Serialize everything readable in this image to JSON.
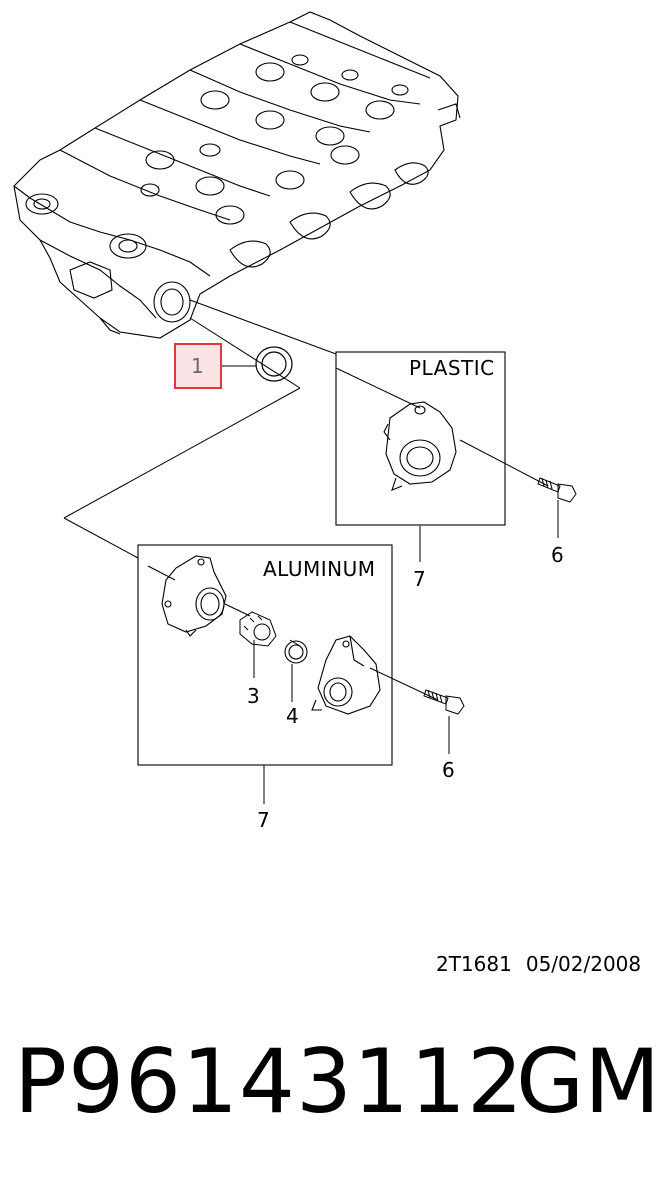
{
  "diagram": {
    "callouts": {
      "gasket": "1",
      "thermostat": "3",
      "o_ring": "4",
      "bolt_plastic": "6",
      "bolt_aluminum": "6",
      "housing_plastic": "7",
      "housing_aluminum": "7"
    },
    "box_titles": {
      "plastic": "PLASTIC",
      "aluminum": "ALUMINUM"
    },
    "highlight_color": "#e03a3a",
    "highlight_fill": "#fbe3e6"
  },
  "reference": {
    "code": "2T1681",
    "date": "05/02/2008"
  },
  "part": {
    "number": "P96143112",
    "brand": "GM"
  }
}
